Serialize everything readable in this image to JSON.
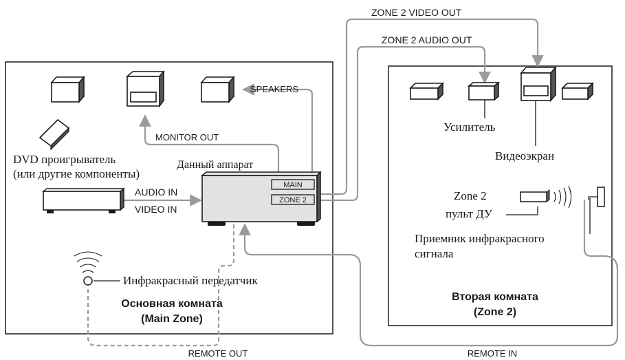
{
  "labels": {
    "zone2_video_out": "ZONE 2 VIDEO OUT",
    "zone2_audio_out": "ZONE 2 AUDIO OUT",
    "speakers": "SPEAKERS",
    "monitor_out": "MONITOR OUT",
    "dvd_line1": "DVD проигрыватель",
    "dvd_line2": "(или другие компоненты)",
    "this_unit": "Данный аппарат",
    "main_terminal": "MAIN",
    "zone2_terminal": "ZONE 2",
    "audio_in": "AUDIO IN",
    "video_in": "VIDEO IN",
    "amplifier": "Усилитель",
    "video_screen": "Видеоэкран",
    "zone2_remote_line1": "Zone 2",
    "zone2_remote_line2": "пульт ДУ",
    "ir_receiver_line1": "Приемник инфракрасного",
    "ir_receiver_line2": "сигнала",
    "ir_transmitter": "Инфракрасный передатчик",
    "main_room_line1": "Основная комната",
    "main_room_line2": "(Main Zone)",
    "second_room_line1": "Вторая комната",
    "second_room_line2": "(Zone 2)",
    "remote_out": "REMOTE OUT",
    "remote_in": "REMOTE IN"
  },
  "colors": {
    "line": "#1a1a1a",
    "cable": "#9a9a9a",
    "device_fill": "#e2e2e2",
    "device_shadow": "#555555"
  }
}
